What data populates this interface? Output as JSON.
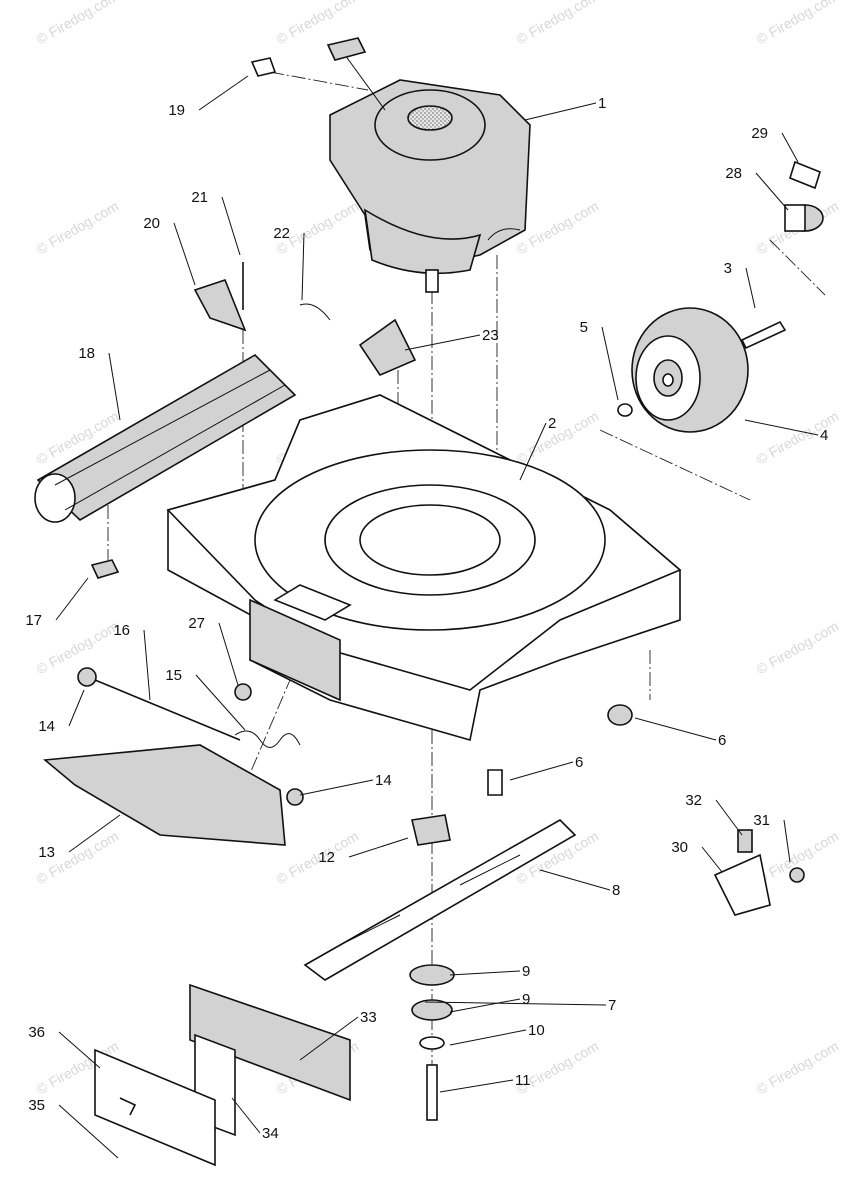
{
  "watermark": "© Firedog.com",
  "callouts": [
    "1",
    "2",
    "3",
    "4",
    "5",
    "6",
    "6",
    "7",
    "8",
    "9",
    "9",
    "10",
    "11",
    "12",
    "13",
    "14",
    "14",
    "15",
    "16",
    "17",
    "18",
    "19",
    "20",
    "21",
    "22",
    "23",
    "27",
    "28",
    "29",
    "30",
    "31",
    "32",
    "33",
    "34",
    "35",
    "36"
  ]
}
